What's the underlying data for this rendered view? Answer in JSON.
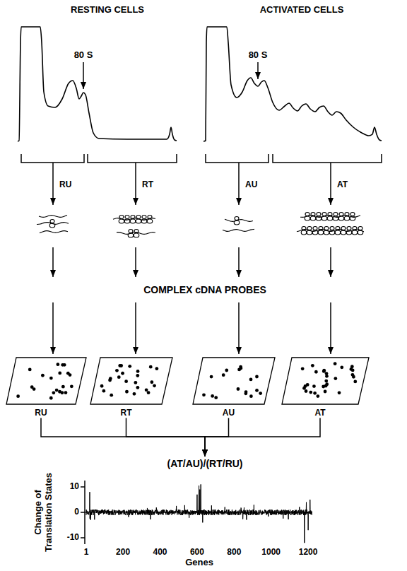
{
  "diagram": {
    "nodes": [
      {
        "text": [
          "RU"
        ]
      },
      {
        "text": [
          "RT"
        ]
      },
      {
        "text": [
          "AU"
        ]
      },
      {
        "text": [
          "AT"
        ]
      },
      {
        "text": [
          "(AT/AU)/(RT/RU)"
        ]
      }
    ],
    "edges": [
      {
        "from": 0,
        "to": 4,
        "arrow": "to"
      },
      {
        "from": 1,
        "to": 4,
        "arrow": "to"
      },
      {
        "from": 2,
        "to": 4,
        "arrow": "to"
      },
      {
        "from": 3,
        "to": 4,
        "arrow": "to"
      }
    ],
    "labels": [
      "RESTING CELLS",
      "ACTIVATED CELLS",
      "80 S",
      "80 S",
      "RU",
      "RT",
      "AU",
      "AT",
      "COMPLEX cDNA PROBES",
      "Change of Translation States",
      "10",
      "0",
      "-10",
      "1",
      "200",
      "400",
      "600",
      "800",
      "1000",
      "1200",
      "Genes"
    ]
  }
}
